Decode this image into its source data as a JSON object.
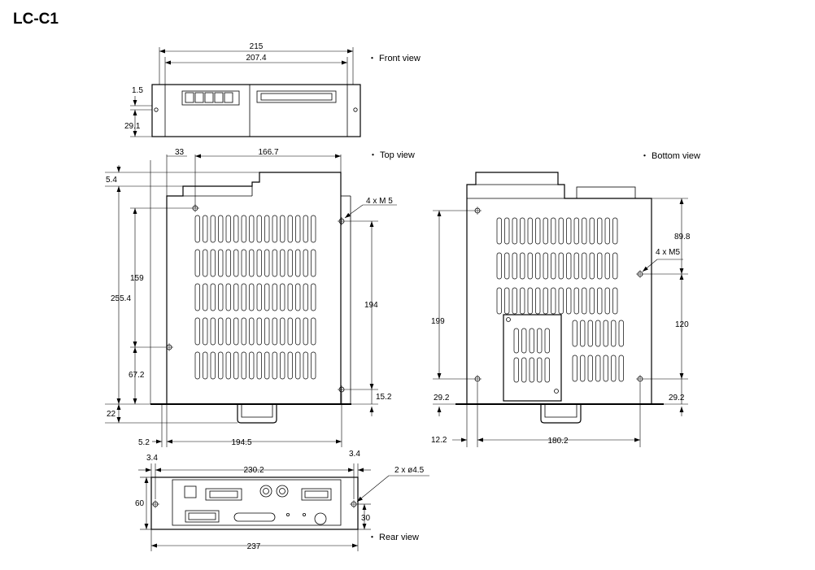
{
  "title": "LC-C1",
  "views": {
    "front": "・ Front view",
    "top": "・ Top view",
    "bottom": "・ Bottom view",
    "rear": "・ Rear view"
  },
  "dims": {
    "front_215": "215",
    "front_207_4": "207.4",
    "front_1_5": "1.5",
    "front_29_1": "29.1",
    "top_33": "33",
    "top_166_7": "166.7",
    "top_5_4": "5.4",
    "top_4xm5": "4 x M 5",
    "top_159": "159",
    "top_255_4": "255.4",
    "top_194": "194",
    "top_67_2": "67.2",
    "top_15_2": "15.2",
    "top_22": "22",
    "top_5_2": "5.2",
    "top_194_5": "194.5",
    "bot_89_8": "89.8",
    "bot_4xm5": "4 x M5",
    "bot_199": "199",
    "bot_120": "120",
    "bot_29_2_l": "29.2",
    "bot_29_2_r": "29.2",
    "bot_12_2": "12.2",
    "bot_180_2": "180.2",
    "rear_3_4_l": "3.4",
    "rear_3_4_r": "3.4",
    "rear_230_2": "230.2",
    "rear_2x45": "2 x ø4.5",
    "rear_60": "60",
    "rear_30": "30",
    "rear_237": "237"
  }
}
